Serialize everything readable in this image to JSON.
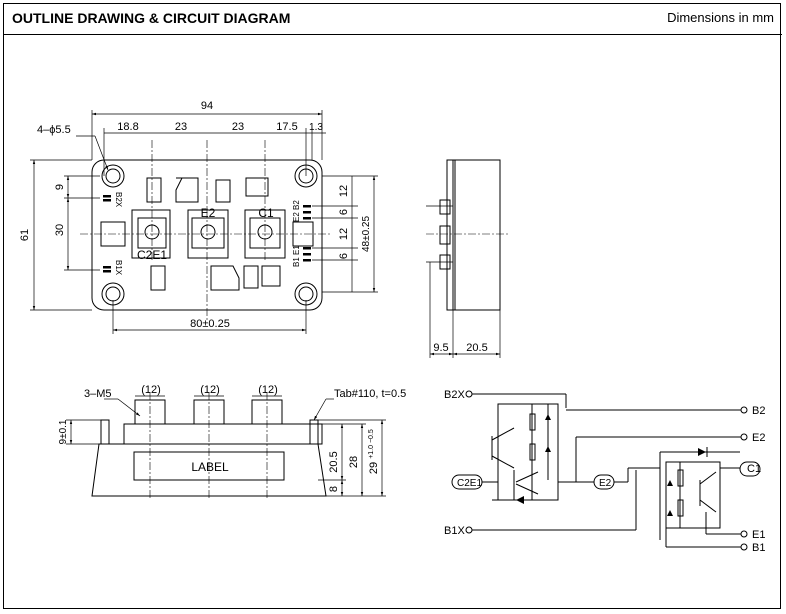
{
  "header": {
    "title": "OUTLINE DRAWING & CIRCUIT DIAGRAM",
    "units": "Dimensions in mm"
  },
  "top_view": {
    "dims": {
      "overall_width": "94",
      "hole_spec": "4–ϕ5.5",
      "seg_1": "18.8",
      "seg_2": "23",
      "seg_3": "23",
      "seg_4": "17.5",
      "seg_5": "1.3",
      "overall_height": "61",
      "top_offset": "9",
      "hole_pitch_v": "30",
      "r_12a": "12",
      "r_6a": "6",
      "r_12b": "12",
      "r_6b": "6",
      "r_48": "48±0.25",
      "hole_pitch_h": "80±0.25"
    },
    "terminals": {
      "e2": "E2",
      "c1": "C1",
      "c2e1": "C2E1",
      "b2x": "B2X",
      "b1x": "B1X",
      "e2b2": "E2 B2",
      "b1e1": "B1 E1"
    }
  },
  "side_view": {
    "dims": {
      "d1": "9.5",
      "d2": "20.5"
    }
  },
  "front_view": {
    "label": "LABEL",
    "dims": {
      "screw": "3–M5",
      "w1": "(12)",
      "w2": "(12)",
      "w3": "(12)",
      "tab": "Tab#110, t=0.5",
      "h_9": "9±0.1",
      "h_20_5": "20.5",
      "h_8": "8",
      "h_28": "28",
      "h_29": "29",
      "h_29_tol": "+1.0 −0.5"
    }
  },
  "circuit": {
    "pins": {
      "b2x": "B2X",
      "b2": "B2",
      "e2": "E2",
      "c2e1": "C2E1",
      "e2_node": "E2",
      "c1": "C1",
      "b1x": "B1X",
      "e1": "E1",
      "b1": "B1"
    }
  }
}
